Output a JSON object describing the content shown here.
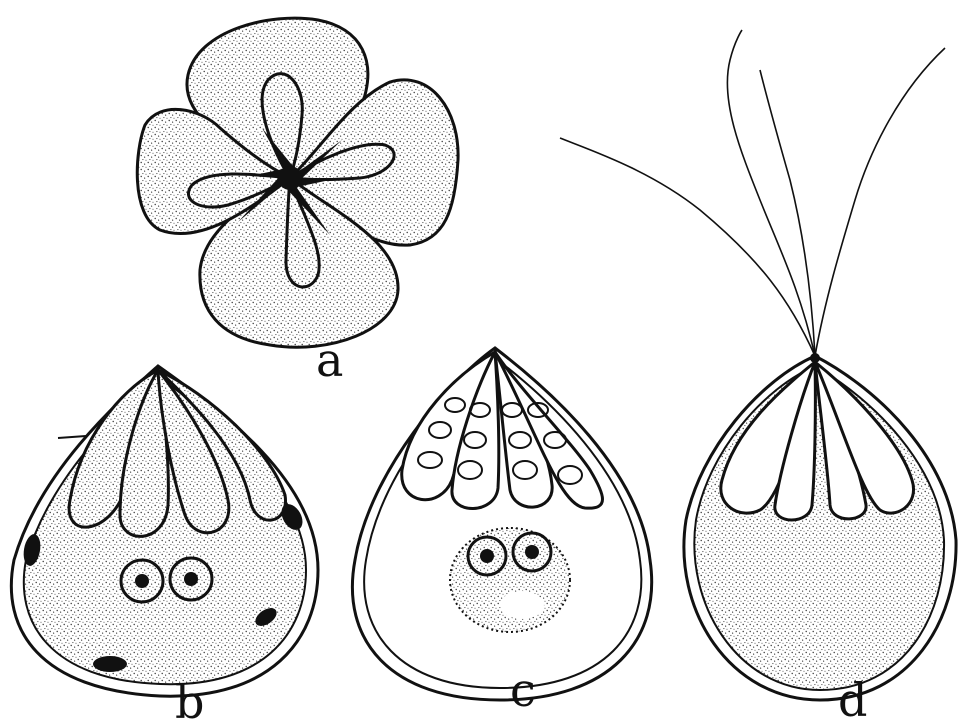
{
  "figure": {
    "panels": [
      {
        "id": "a",
        "label": "a"
      },
      {
        "id": "b",
        "label": "b"
      },
      {
        "id": "c",
        "label": "c"
      },
      {
        "id": "d",
        "label": "d"
      }
    ]
  },
  "colors": {
    "ink": "#111111",
    "background": "#ffffff",
    "stipple": "#333333"
  }
}
